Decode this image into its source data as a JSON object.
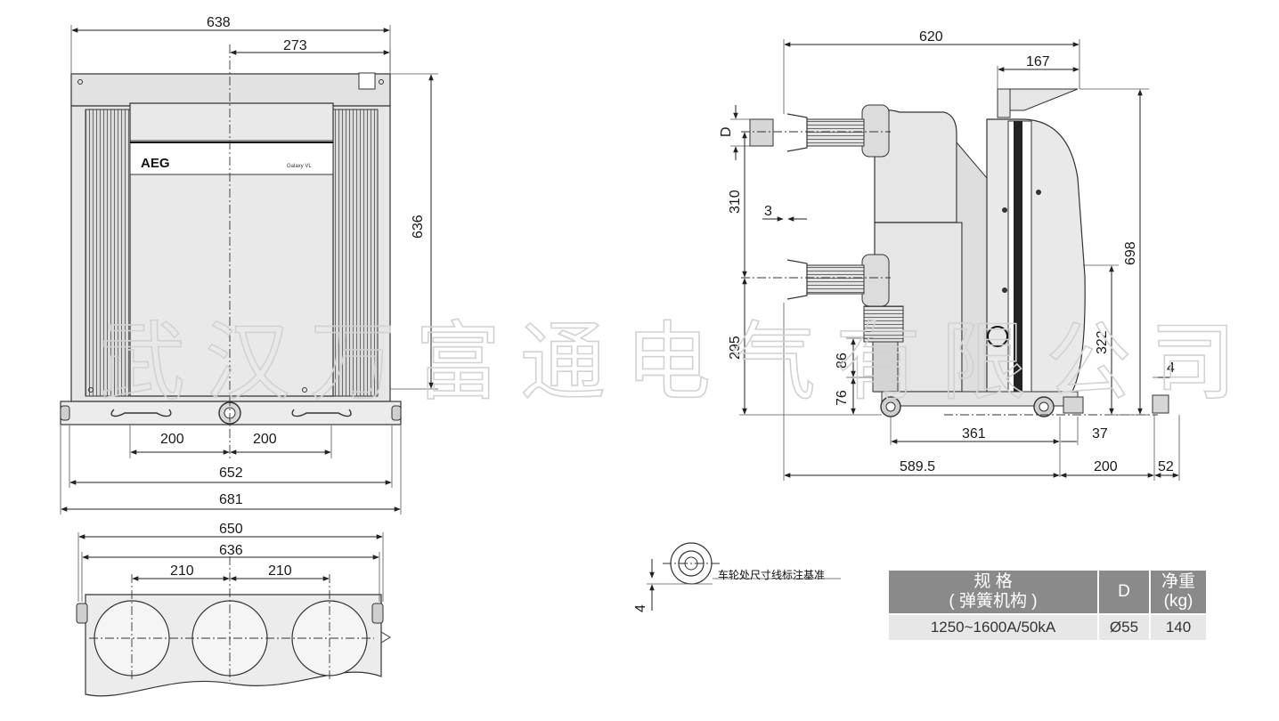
{
  "front_view": {
    "logo": "AEG",
    "model": "Galaxy VL",
    "dims": {
      "overall_top": "638",
      "offset_273": "273",
      "height_636": "636",
      "left_200": "200",
      "right_200": "200",
      "width_652": "652",
      "width_681": "681"
    }
  },
  "top_view": {
    "dims": {
      "width_650": "650",
      "width_636": "636",
      "pitch_left": "210",
      "pitch_right": "210"
    }
  },
  "side_view": {
    "dims": {
      "depth_620": "620",
      "top_167": "167",
      "label_D": "D",
      "pitch_310": "310",
      "gap_3": "3",
      "height_698": "698",
      "height_322": "322",
      "height_295": "295",
      "height_86": "86",
      "height_76": "76",
      "offset_4": "4",
      "wheelbase_361": "361",
      "offset_37": "37",
      "depth_5895": "589.5",
      "rail_200": "200",
      "rail_52": "52"
    }
  },
  "wheel_note": {
    "text": "车轮处尺寸线标注基准",
    "dim_4": "4"
  },
  "spec_table": {
    "header_spec_line1": "规 格",
    "header_spec_line2": "( 弹簧机构 )",
    "header_D": "D",
    "header_weight_line1": "净重",
    "header_weight_line2": "(kg)",
    "row_spec": "1250~1600A/50kA",
    "row_D": "Ø55",
    "row_weight": "140"
  },
  "watermark": "武汉万富通电气有限公司"
}
